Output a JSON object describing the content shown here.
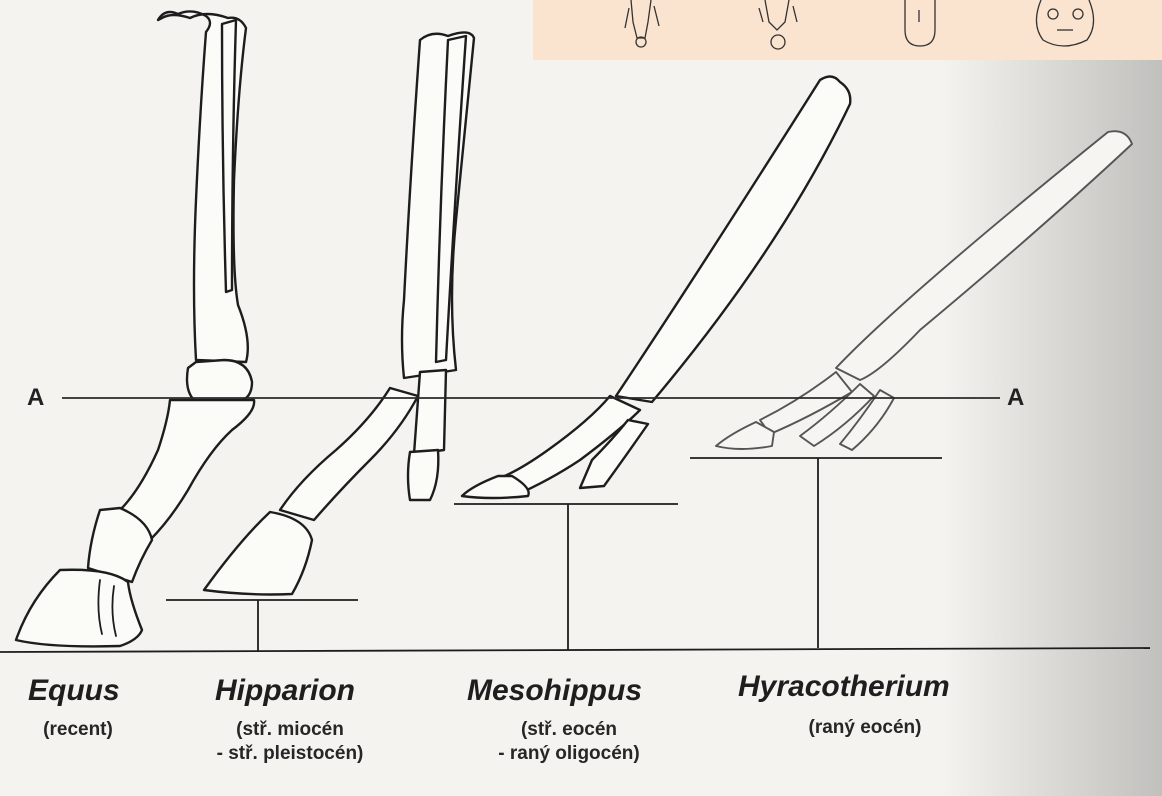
{
  "reference_line": {
    "left_label": "A",
    "right_label": "A"
  },
  "taxa": [
    {
      "genus": "Equus",
      "age_lines": [
        "(recent)"
      ]
    },
    {
      "genus": "Hipparion",
      "age_lines": [
        "(stř. miocén",
        "- stř. pleistocén)"
      ]
    },
    {
      "genus": "Mesohippus",
      "age_lines": [
        "(stř. eocén",
        "- raný oligocén)"
      ]
    },
    {
      "genus": "Hyracotherium",
      "age_lines": [
        "(raný eocén)"
      ]
    }
  ],
  "colors": {
    "background": "#f4f3ef",
    "inset_panel": "#fae3cf",
    "ink": "#1e1e1e"
  }
}
